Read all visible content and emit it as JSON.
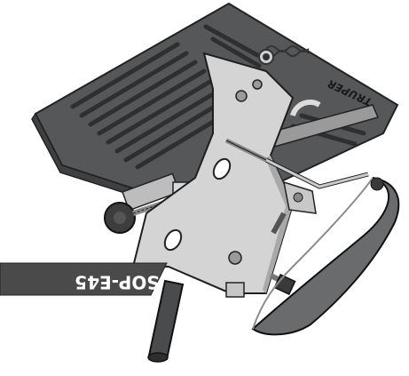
{
  "illustration": {
    "brand_text": "TRUPER",
    "model_label": "SOP-E45",
    "orientation": "upside-down",
    "colors": {
      "base_plate": "#555759",
      "plate_slots": "#3a3b3d",
      "arm_metal": "#cfcfcf",
      "arm_shadow": "#a9a9a9",
      "label_bg": "#4a4a4a",
      "label_text": "#ffffff",
      "outline": "#222222"
    }
  }
}
